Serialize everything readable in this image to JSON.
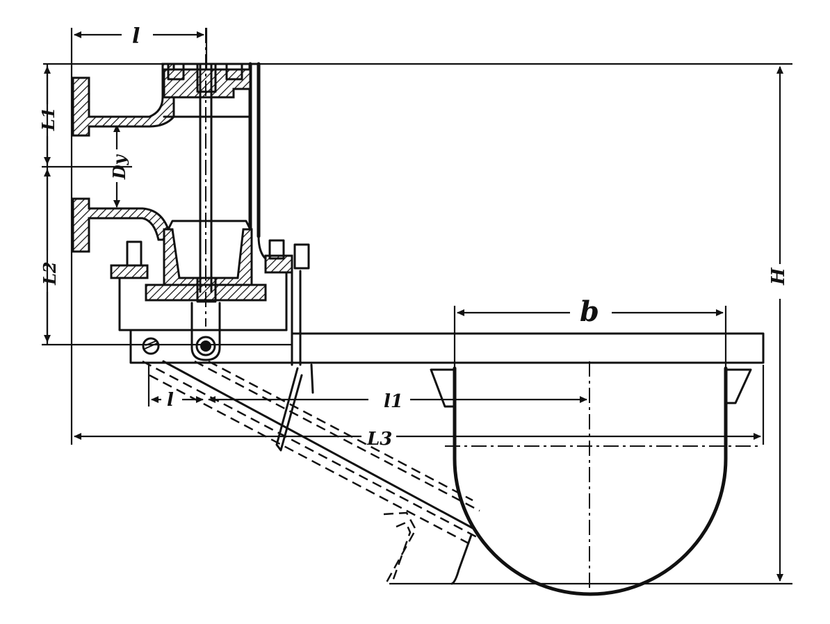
{
  "labels": {
    "l_top": "l",
    "L1": "L1",
    "Dy": "Dy",
    "L2": "L2",
    "H": "H",
    "b": "b",
    "l_bottom": "l",
    "l1": "l1",
    "L3": "L3"
  }
}
